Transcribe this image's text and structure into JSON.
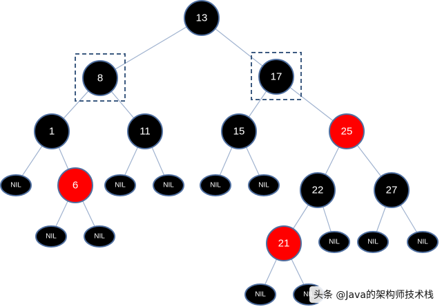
{
  "tree": {
    "nodes": [
      {
        "id": "n13",
        "label": "13",
        "color": "black",
        "nil": false
      },
      {
        "id": "n8",
        "label": "8",
        "color": "black",
        "nil": false
      },
      {
        "id": "n17",
        "label": "17",
        "color": "black",
        "nil": false
      },
      {
        "id": "n1",
        "label": "1",
        "color": "black",
        "nil": false
      },
      {
        "id": "n11",
        "label": "11",
        "color": "black",
        "nil": false
      },
      {
        "id": "n15",
        "label": "15",
        "color": "black",
        "nil": false
      },
      {
        "id": "n25",
        "label": "25",
        "color": "red",
        "nil": false
      },
      {
        "id": "nil1",
        "label": "NIL",
        "color": "black",
        "nil": true
      },
      {
        "id": "n6",
        "label": "6",
        "color": "red",
        "nil": false
      },
      {
        "id": "nil2",
        "label": "NIL",
        "color": "black",
        "nil": true
      },
      {
        "id": "nil3",
        "label": "NIL",
        "color": "black",
        "nil": true
      },
      {
        "id": "nil4",
        "label": "NIL",
        "color": "black",
        "nil": true
      },
      {
        "id": "nil5",
        "label": "NIL",
        "color": "black",
        "nil": true
      },
      {
        "id": "n22",
        "label": "22",
        "color": "black",
        "nil": false
      },
      {
        "id": "n27",
        "label": "27",
        "color": "black",
        "nil": false
      },
      {
        "id": "nil6",
        "label": "NIL",
        "color": "black",
        "nil": true
      },
      {
        "id": "nil7",
        "label": "NIL",
        "color": "black",
        "nil": true
      },
      {
        "id": "n21",
        "label": "21",
        "color": "red",
        "nil": false
      },
      {
        "id": "nil8",
        "label": "NIL",
        "color": "black",
        "nil": true
      },
      {
        "id": "nil9",
        "label": "NIL",
        "color": "black",
        "nil": true
      },
      {
        "id": "nil10",
        "label": "NIL",
        "color": "black",
        "nil": true
      },
      {
        "id": "nil11",
        "label": "NIL",
        "color": "black",
        "nil": true
      },
      {
        "id": "nil12",
        "label": "NIL",
        "color": "black",
        "nil": true
      }
    ],
    "edges": [
      [
        "n13",
        "n8"
      ],
      [
        "n13",
        "n17"
      ],
      [
        "n8",
        "n1"
      ],
      [
        "n8",
        "n11"
      ],
      [
        "n17",
        "n15"
      ],
      [
        "n17",
        "n25"
      ],
      [
        "n1",
        "nil1"
      ],
      [
        "n1",
        "n6"
      ],
      [
        "n6",
        "nil6"
      ],
      [
        "n6",
        "nil7"
      ],
      [
        "n11",
        "nil2"
      ],
      [
        "n11",
        "nil3"
      ],
      [
        "n15",
        "nil4"
      ],
      [
        "n15",
        "nil5"
      ],
      [
        "n25",
        "n22"
      ],
      [
        "n25",
        "n27"
      ],
      [
        "n22",
        "n21"
      ],
      [
        "n22",
        "nil8"
      ],
      [
        "n27",
        "nil9"
      ],
      [
        "n27",
        "nil10"
      ],
      [
        "n21",
        "nil11"
      ],
      [
        "n21",
        "nil12"
      ]
    ],
    "highlighted": [
      "n8",
      "n17"
    ]
  },
  "colors": {
    "black": "#000000",
    "red": "#ff0000",
    "edge": "#9fb2cf",
    "outline": "#4f6fa0",
    "dash_box": "#3c5a80"
  },
  "watermark": {
    "text": "头条 @Java的架构师技术栈"
  }
}
